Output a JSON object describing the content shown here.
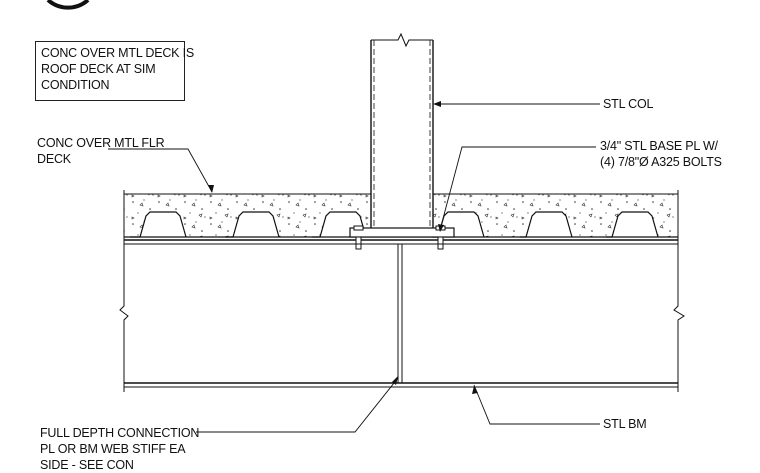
{
  "notes": {
    "box_note": [
      "CONC OVER MTL DECK IS",
      "ROOF DECK AT SIM",
      "CONDITION"
    ],
    "floor_deck": [
      "CONC OVER MTL FLR",
      "DECK"
    ],
    "column": "STL COL",
    "base_plate": [
      "3/4\" STL BASE PL W/",
      "(4) 7/8\"Ø A325 BOLTS"
    ],
    "beam": "STL BM",
    "connection": [
      "FULL DEPTH CONNECTION",
      "PL OR BM WEB STIFF EA",
      "SIDE - SEE CON"
    ]
  }
}
